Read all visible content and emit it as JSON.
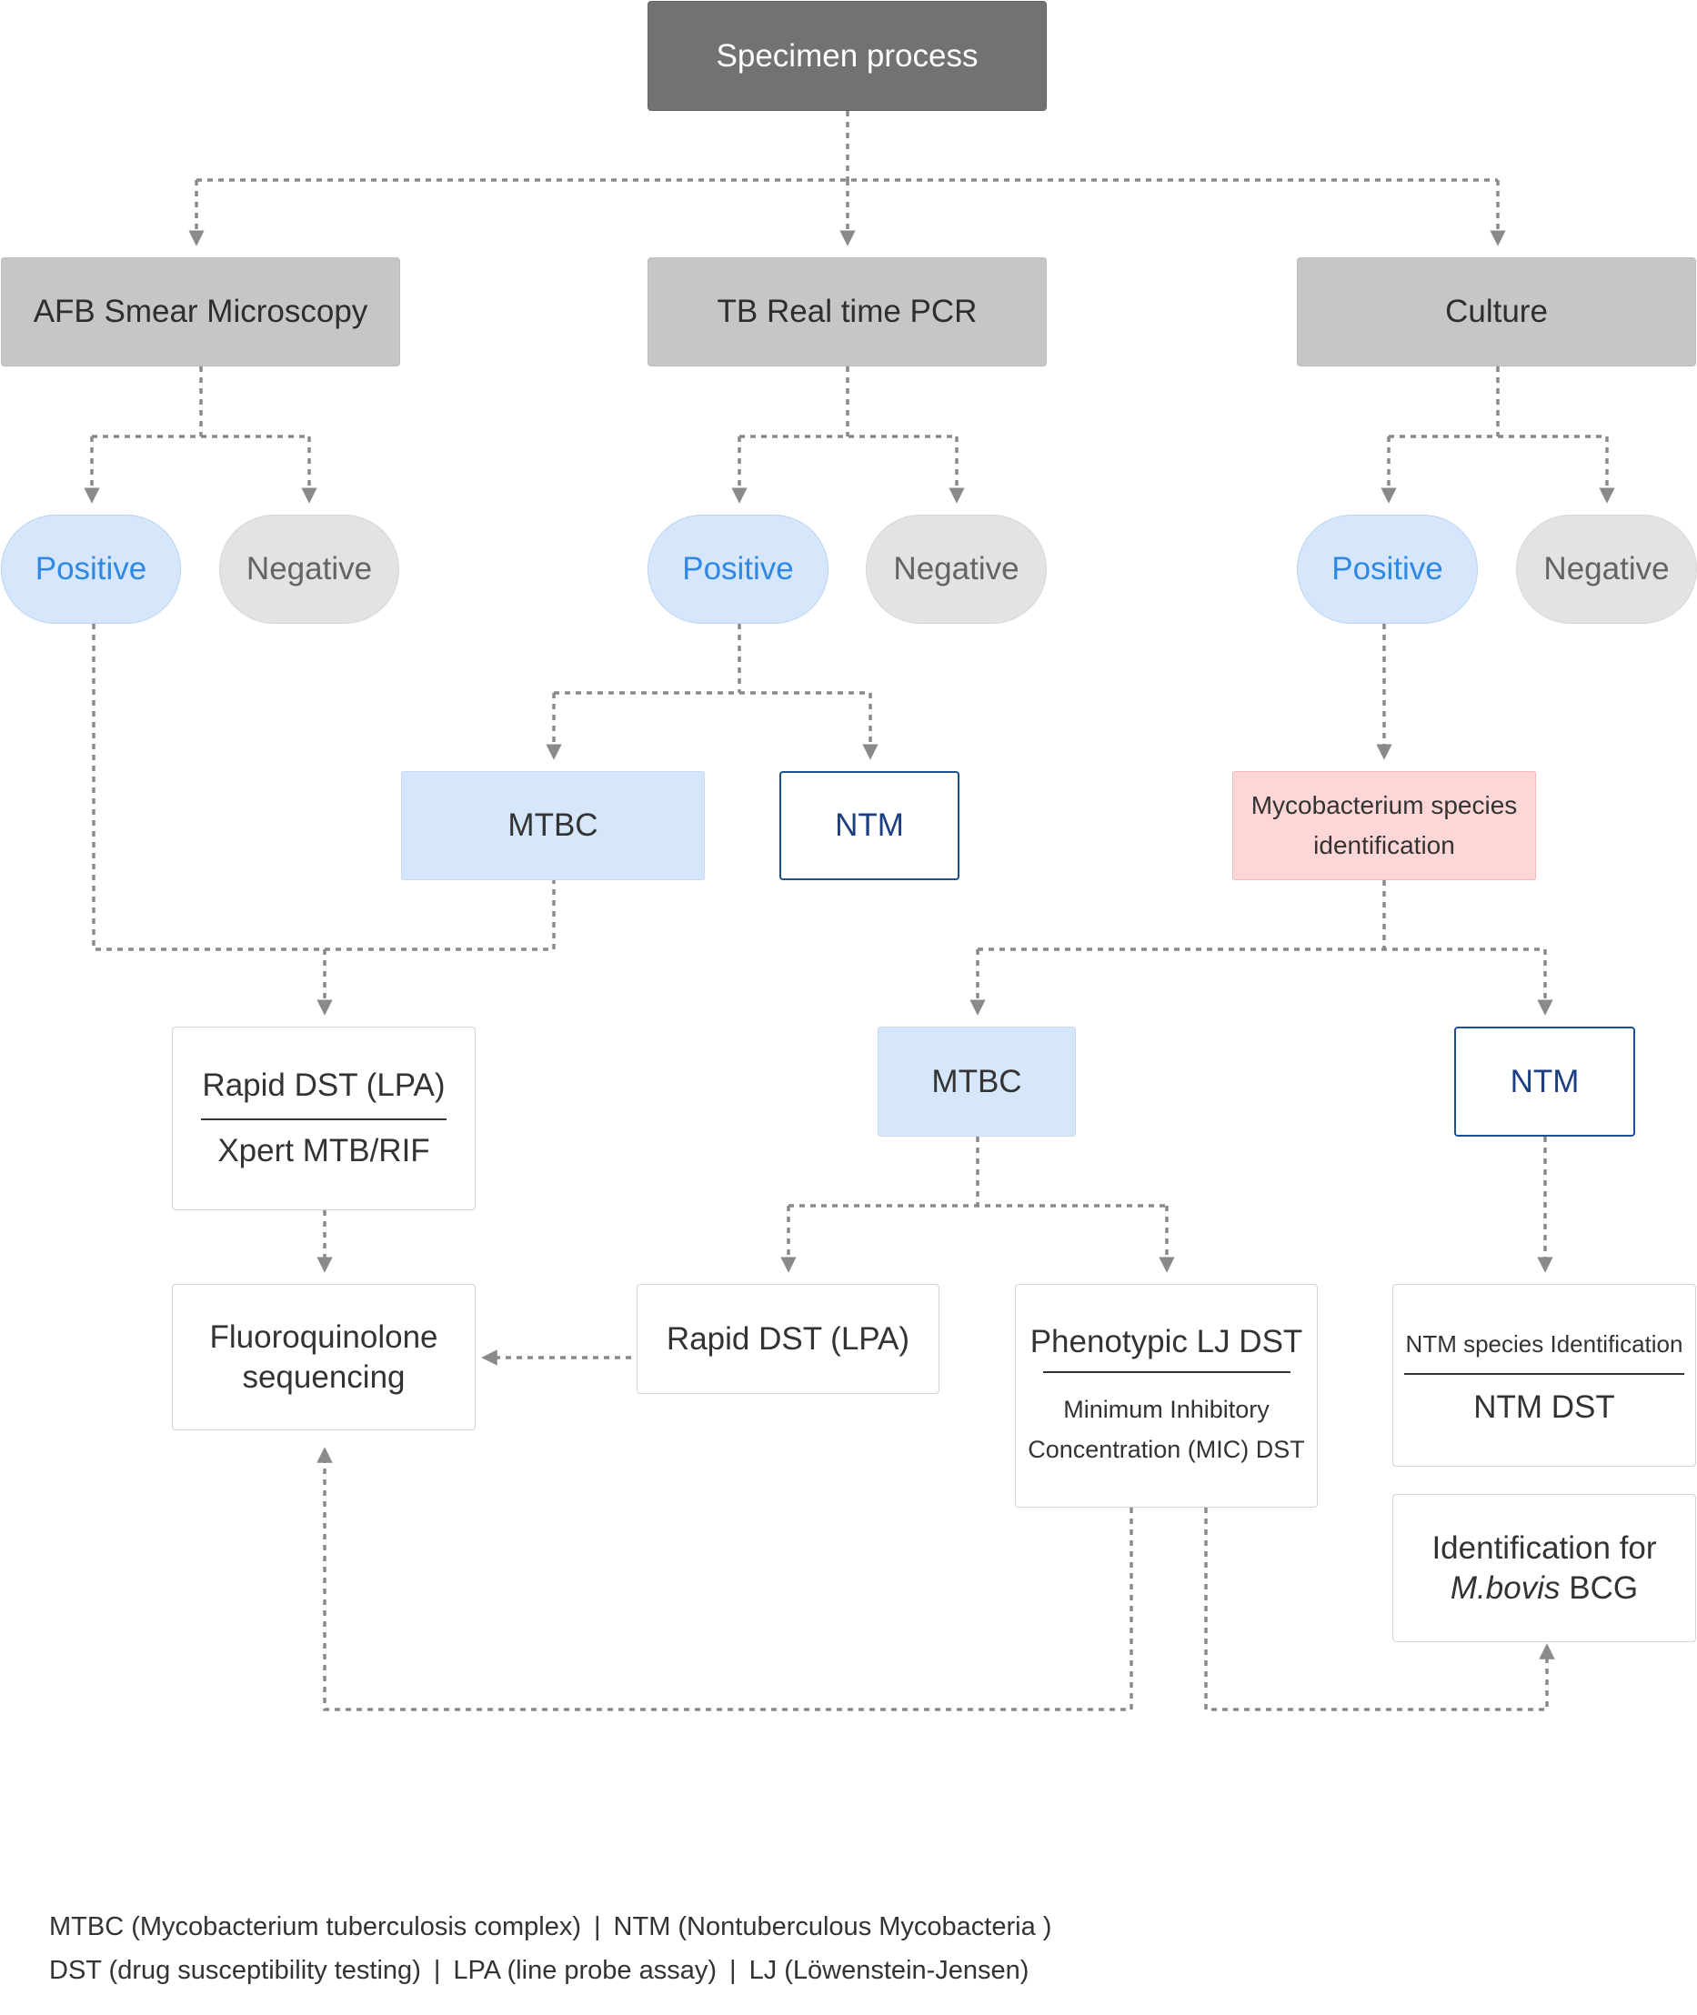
{
  "nodes": {
    "root": "Specimen process",
    "afb": "AFB Smear Microscopy",
    "pcr": "TB Real time PCR",
    "culture": "Culture",
    "positive": "Positive",
    "negative": "Negative",
    "mtbc": "MTBC",
    "ntm": "NTM",
    "myco_id": "Mycobacterium species identification",
    "rapid_dst_lpa": "Rapid DST (LPA)",
    "xpert": "Xpert MTB/RIF",
    "fluoro": "Fluoroquinolone sequencing",
    "phenotypic": "Phenotypic LJ DST",
    "mic": "Minimum Inhibitory Concentration (MIC) DST",
    "ntm_species_id": "NTM species Identification",
    "ntm_dst": "NTM DST",
    "mbovis_prefix": "Identification for",
    "mbovis_italic": "M.bovis",
    "mbovis_suffix": "BCG"
  },
  "legend": {
    "line1": [
      "MTBC (Mycobacterium tuberculosis complex)",
      "NTM (Nontuberculous Mycobacteria )"
    ],
    "line2": [
      "DST (drug susceptibility testing)",
      "LPA (line probe assay)",
      "LJ (Löwenstein-Jensen)"
    ],
    "separator": "|"
  },
  "colors": {
    "connector": "#8a8a8a",
    "positive_text": "#2f88e4",
    "ntm_border": "#1f4f93",
    "root_fill": "#727272"
  }
}
